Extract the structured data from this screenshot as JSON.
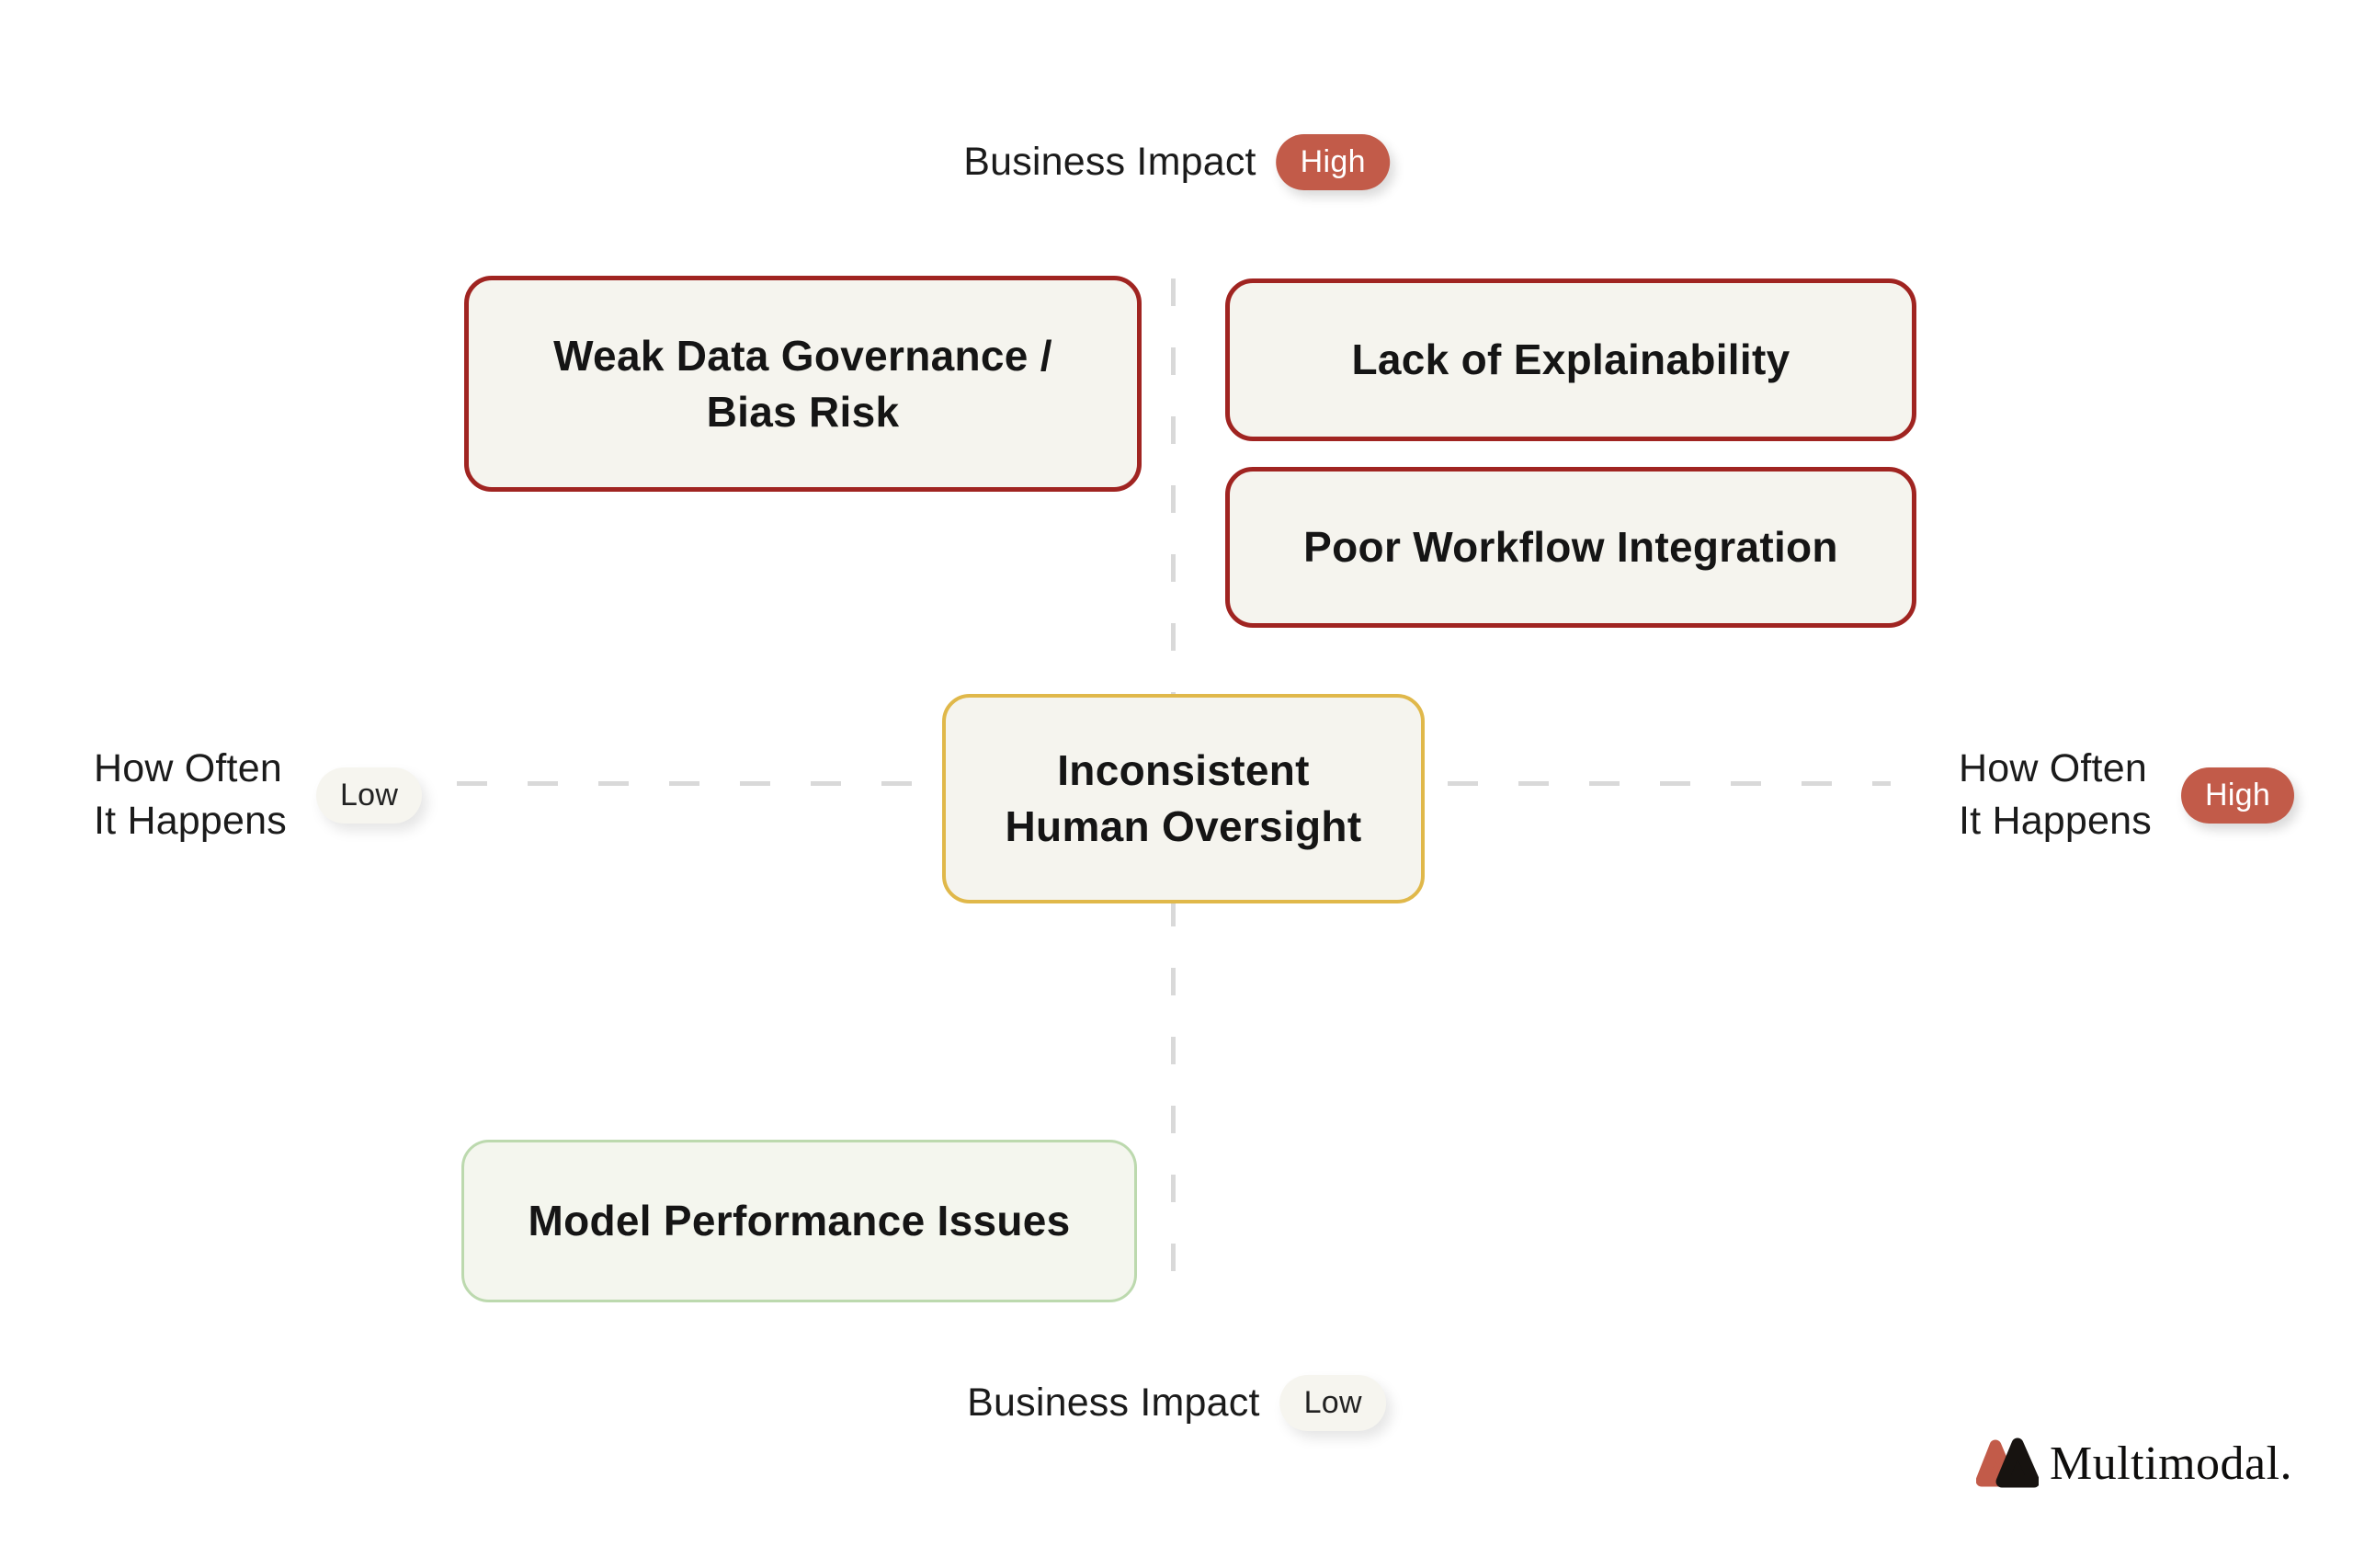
{
  "colors": {
    "dash": "#D9D9D9",
    "box_fill": "#F5F4EE",
    "red_border": "#A02421",
    "yellow_border": "#E0B84A",
    "green_border": "#BCD9AE",
    "badge_high_bg": "#C25B49",
    "badge_high_text": "#FFFFFF",
    "badge_low_bg": "#F6F5EF",
    "badge_low_text": "#222222",
    "logo_red": "#C25B49",
    "logo_black": "#171310"
  },
  "axis_top": {
    "label": "Business Impact",
    "badge": "High"
  },
  "axis_bottom": {
    "label": "Business Impact",
    "badge": "Low"
  },
  "axis_left": {
    "label_lines": [
      "How Often",
      "It Happens"
    ],
    "badge": "Low"
  },
  "axis_right": {
    "label_lines": [
      "How Often",
      "It Happens"
    ],
    "badge": "High"
  },
  "boxes": {
    "weak_data": {
      "lines": [
        "Weak Data Governance /",
        "Bias Risk"
      ],
      "severity": "red",
      "quadrant": "high-impact-low-frequency"
    },
    "explainability": {
      "lines": [
        "Lack of Explainability"
      ],
      "severity": "red",
      "quadrant": "high-impact-high-frequency"
    },
    "workflow": {
      "lines": [
        "Poor Workflow Integration"
      ],
      "severity": "red",
      "quadrant": "high-impact-high-frequency"
    },
    "oversight": {
      "lines": [
        "Inconsistent",
        "Human Oversight"
      ],
      "severity": "yellow",
      "quadrant": "center"
    },
    "performance": {
      "lines": [
        "Model Performance Issues"
      ],
      "severity": "green",
      "quadrant": "low-impact-low-frequency"
    }
  },
  "logo": {
    "text": "Multimodal."
  }
}
